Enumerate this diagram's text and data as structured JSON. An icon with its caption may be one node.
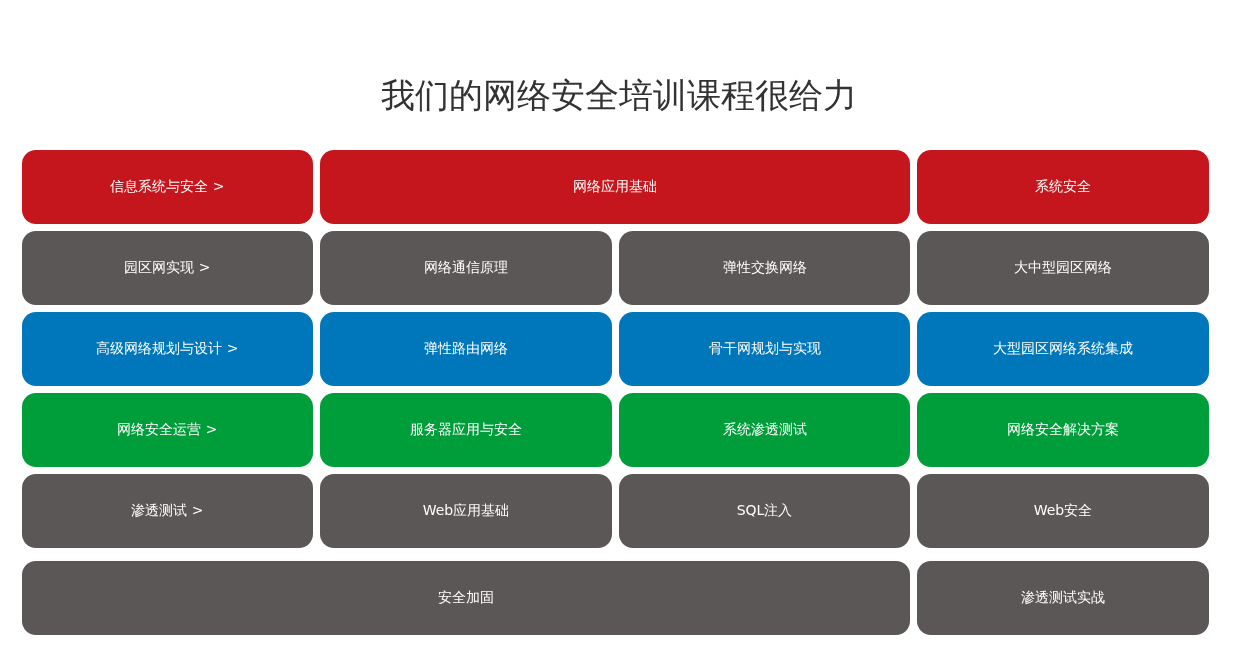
{
  "diagram": {
    "title": "我们的网络安全培训课程很给力",
    "nodes": [
      {
        "text": [
          "信息系统与安全 >"
        ]
      },
      {
        "text": [
          "网络应用基础"
        ]
      },
      {
        "text": [
          "系统安全"
        ]
      },
      {
        "text": [
          "园区网实现 >"
        ]
      },
      {
        "text": [
          "网络通信原理"
        ]
      },
      {
        "text": [
          "弹性交换网络"
        ]
      },
      {
        "text": [
          "大中型园区网络"
        ]
      },
      {
        "text": [
          "高级网络规划与设计 >"
        ]
      },
      {
        "text": [
          "弹性路由网络"
        ]
      },
      {
        "text": [
          "骨干网规划与实现"
        ]
      },
      {
        "text": [
          "大型园区网络系统集成"
        ]
      },
      {
        "text": [
          "网络安全运营 >"
        ]
      },
      {
        "text": [
          "服务器应用与安全"
        ]
      },
      {
        "text": [
          "系统渗透测试"
        ]
      },
      {
        "text": [
          "网络安全解决方案"
        ]
      },
      {
        "text": [
          "渗透测试 >"
        ]
      },
      {
        "text": [
          "Web应用基础"
        ]
      },
      {
        "text": [
          "SQL注入"
        ]
      },
      {
        "text": [
          "Web安全"
        ]
      },
      {
        "text": [
          "安全加固"
        ]
      },
      {
        "text": [
          "渗透测试实战"
        ]
      }
    ]
  }
}
